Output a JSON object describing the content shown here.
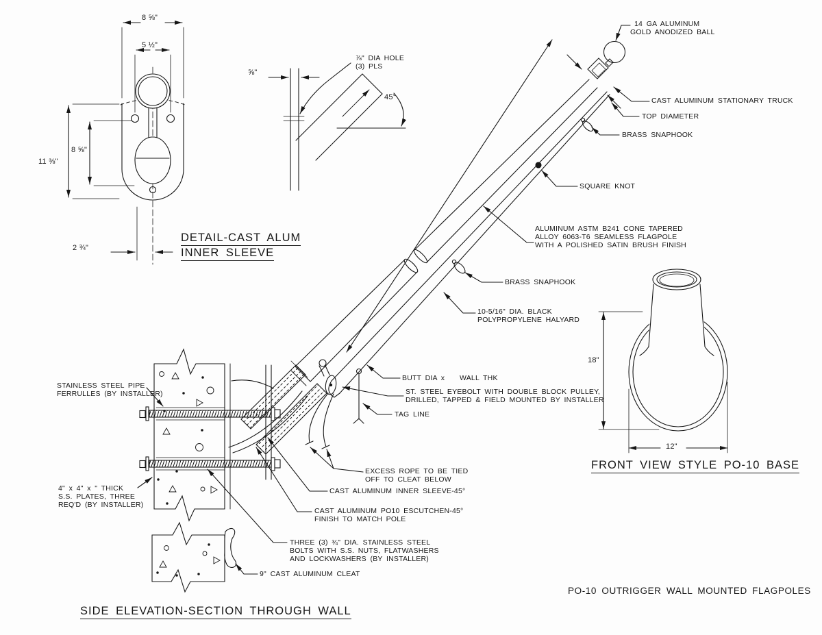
{
  "titles": {
    "detail_sleeve": [
      "DETAIL-CAST ALUM",
      "INNER SLEEVE"
    ],
    "side_elevation": "SIDE ELEVATION-SECTION THROUGH WALL",
    "front_view": "FRONT VIEW STYLE PO-10 BASE",
    "footer": "PO-10 OUTRIGGER WALL MOUNTED FLAGPOLES"
  },
  "labels": {
    "ball": [
      "14 GA ALUMINUM",
      "GOLD ANODIZED BALL"
    ],
    "truck": "CAST ALUMINUM STATIONARY TRUCK",
    "top_diameter": "TOP DIAMETER",
    "snaphook_upper": "BRASS SNAPHOOK",
    "square_knot": "SQUARE KNOT",
    "flagpole": [
      "ALUMINUM ASTM B241 CONE TAPERED",
      "ALLOY 6063-T6 SEAMLESS FLAGPOLE",
      "WITH A POLISHED SATIN BRUSH FINISH"
    ],
    "snaphook_lower": "BRASS SNAPHOOK",
    "halyard": [
      "10-5/16\" DIA. BLACK",
      "POLYPROPYLENE HALYARD"
    ],
    "butt_dia": "BUTT DIA x",
    "wall_thk": "WALL THK",
    "eyebolt": [
      "ST. STEEL EYEBOLT WITH DOUBLE BLOCK PULLEY,",
      "DRILLED, TAPPED & FIELD MOUNTED BY INSTALLER"
    ],
    "tag_line": "TAG LINE",
    "ferrules": [
      "STAINLESS STEEL PIPE",
      "FERRULLES (BY INSTALLER)"
    ],
    "plates": [
      "4\" x 4\" x \" THICK",
      "S.S. PLATES, THREE",
      "REQ'D (BY INSTALLER)"
    ],
    "excess_rope": [
      "EXCESS ROPE TO BE TIED",
      "OFF TO CLEAT BELOW"
    ],
    "inner_sleeve": "CAST ALUMINUM INNER SLEEVE-45°",
    "escutcheon": [
      "CAST ALUMINUM PO10 ESCUTCHEN-45°",
      "FINISH TO MATCH POLE"
    ],
    "bolts": [
      "THREE (3) ¾\" DIA. STAINLESS STEEL",
      "BOLTS WITH S.S. NUTS, FLATWASHERS",
      "AND LOCKWASHERS (BY INSTALLER)"
    ],
    "cleat": "9\" CAST ALUMINUM CLEAT"
  },
  "dimensions": {
    "sleeve_outer_width": "8 ⅝\"",
    "sleeve_inner_width": "5 ½\"",
    "sleeve_height": "11 ⅜\"",
    "sleeve_inner_height": "8 ⅝\"",
    "sleeve_offset": "2 ¾\"",
    "plate_thickness": "⅝\"",
    "hole_note": [
      "⅞\" DIA HOLE",
      "(3) PLS"
    ],
    "angle": "45°",
    "base_height": "18\"",
    "base_width": "12\""
  },
  "colors": {
    "line": "#161616",
    "paper": "#fdfdfd"
  }
}
